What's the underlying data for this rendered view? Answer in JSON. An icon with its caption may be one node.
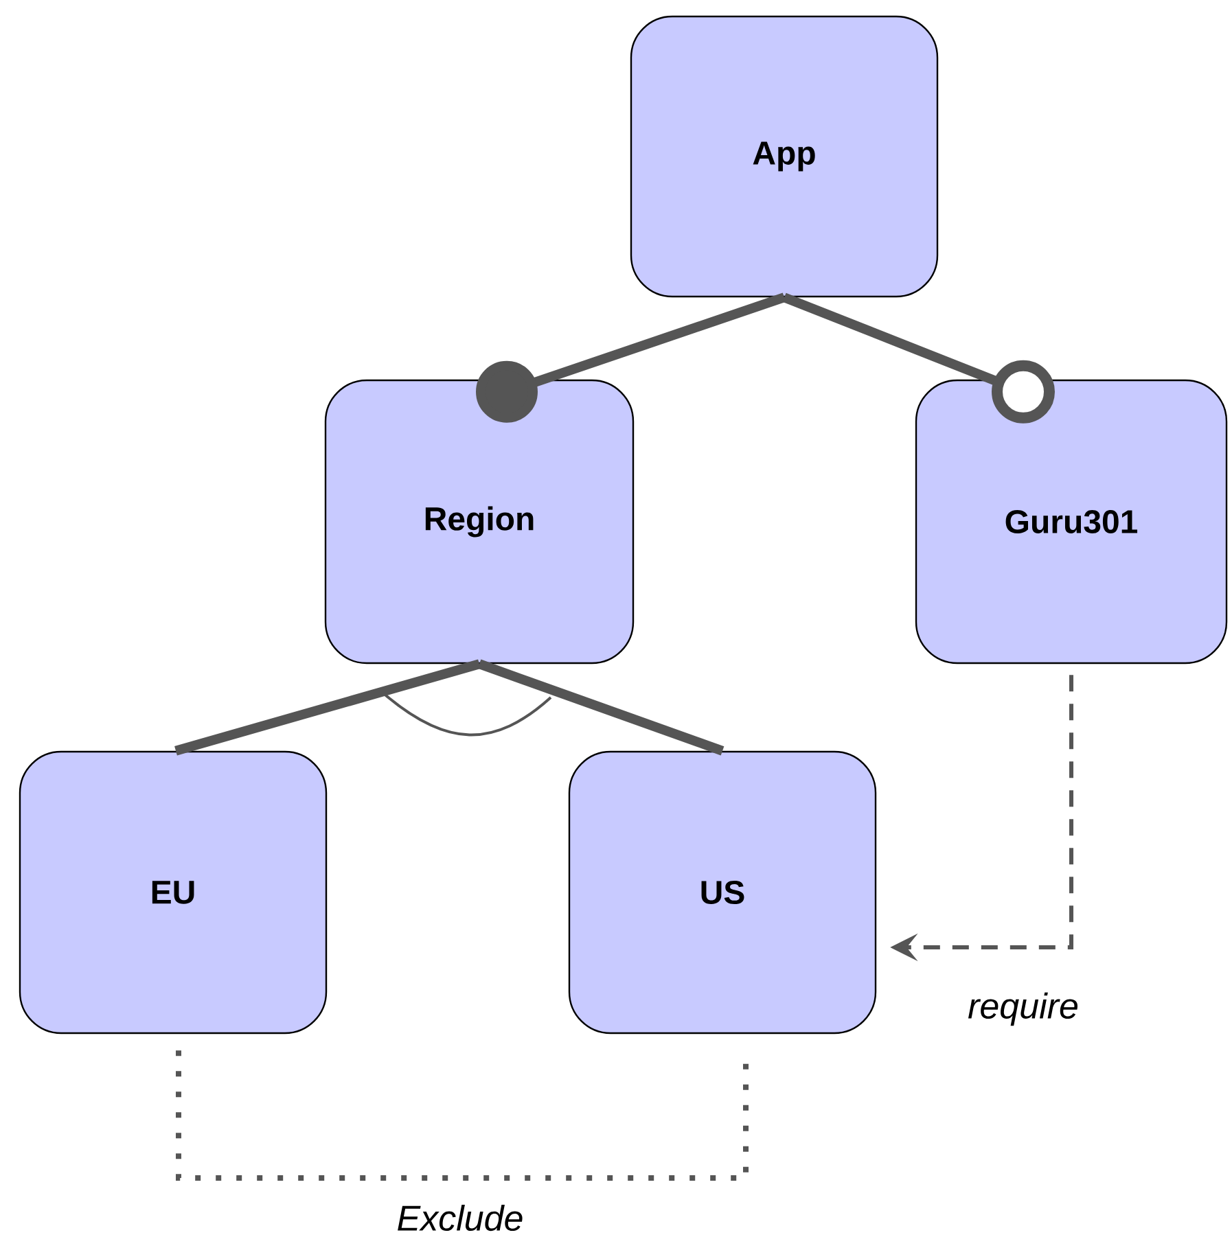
{
  "diagram": {
    "nodes": [
      {
        "text": [
          "App"
        ]
      },
      {
        "text": [
          "Region"
        ]
      },
      {
        "text": [
          "Guru301"
        ]
      },
      {
        "text": [
          "EU"
        ]
      },
      {
        "text": [
          "US"
        ]
      }
    ],
    "edges": [
      {
        "from": 0,
        "to": 1,
        "arrow": "other"
      },
      {
        "from": 0,
        "to": 2,
        "arrow": "other"
      },
      {
        "from": 1,
        "to": 3,
        "arrow": "none"
      },
      {
        "from": 1,
        "to": 4,
        "arrow": "none"
      },
      {
        "from": 2,
        "to": 4,
        "arrow": "to",
        "style": "dashed",
        "label": "require"
      },
      {
        "from": 3,
        "to": 4,
        "arrow": "none",
        "style": "dashed",
        "label": "Exclude"
      }
    ]
  }
}
